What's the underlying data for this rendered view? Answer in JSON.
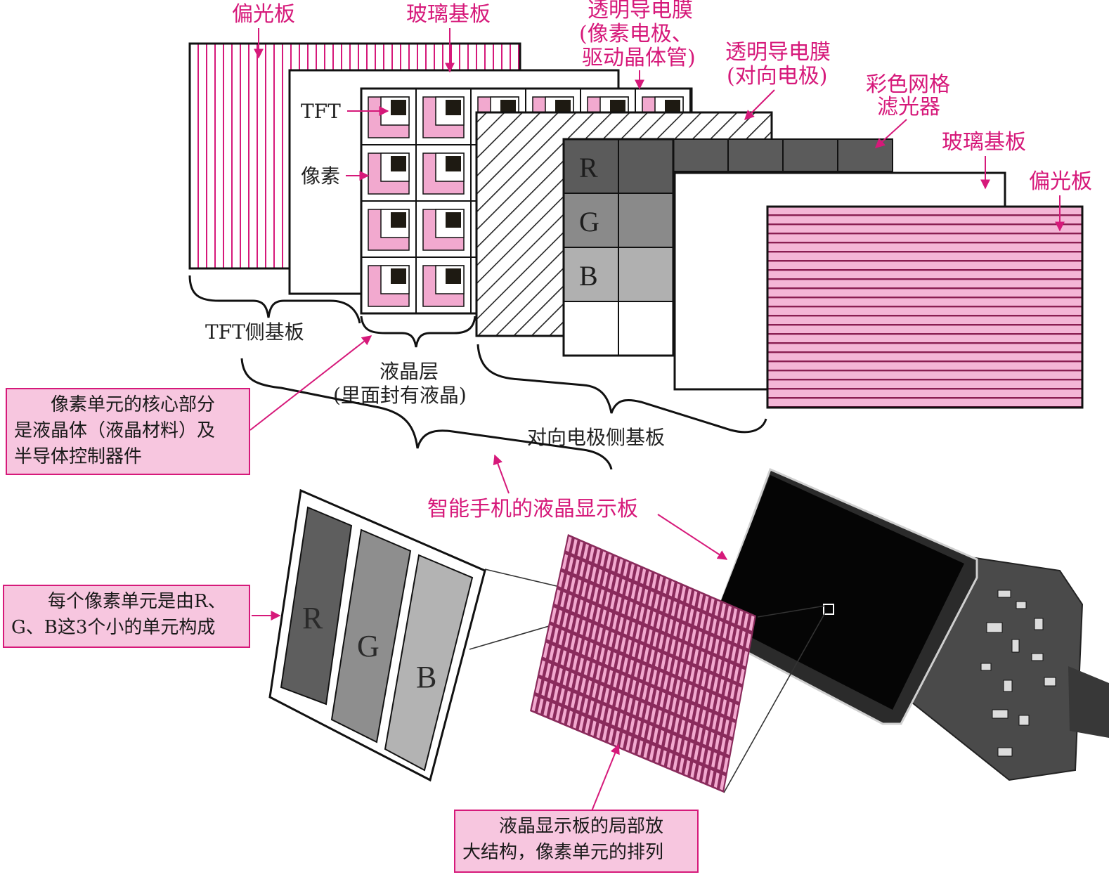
{
  "labels": {
    "polarizer_left": "偏光板",
    "glass_left": "玻璃基板",
    "tcf_pixel": [
      "透明导电膜",
      "(像素电极、",
      "驱动晶体管)"
    ],
    "tcf_counter": [
      "透明导电膜",
      "(对向电极)"
    ],
    "color_filter": [
      "彩色网格",
      "滤光器"
    ],
    "glass_right": "玻璃基板",
    "polarizer_right": "偏光板",
    "tft": "TFT",
    "pixel": "像素",
    "tft_substrate": "TFT侧基板",
    "lc_layer": [
      "液晶层",
      "(里面封有液晶)"
    ],
    "counter_substrate": "对向电极侧基板",
    "smartphone_lcd": "智能手机的液晶显示板",
    "rgb_r": "R",
    "rgb_g": "G",
    "rgb_b": "B"
  },
  "notes": {
    "core": [
      "像素单元的核心部分",
      "是液晶体（液晶材料）及",
      "半导体控制器件"
    ],
    "rgb": [
      "每个像素单元是由R、",
      "G、B这3个小的单元构成"
    ],
    "zoom": [
      "液晶显示板的局部放",
      "大结构，像素单元的排列"
    ]
  },
  "colors": {
    "accent": "#d6197a",
    "pink_fill": "#f2a9cf",
    "note_fill": "#f7c6df",
    "r_gray": "#5e5e5e",
    "g_gray": "#8e8e8e",
    "b_gray": "#b3b3b3"
  }
}
